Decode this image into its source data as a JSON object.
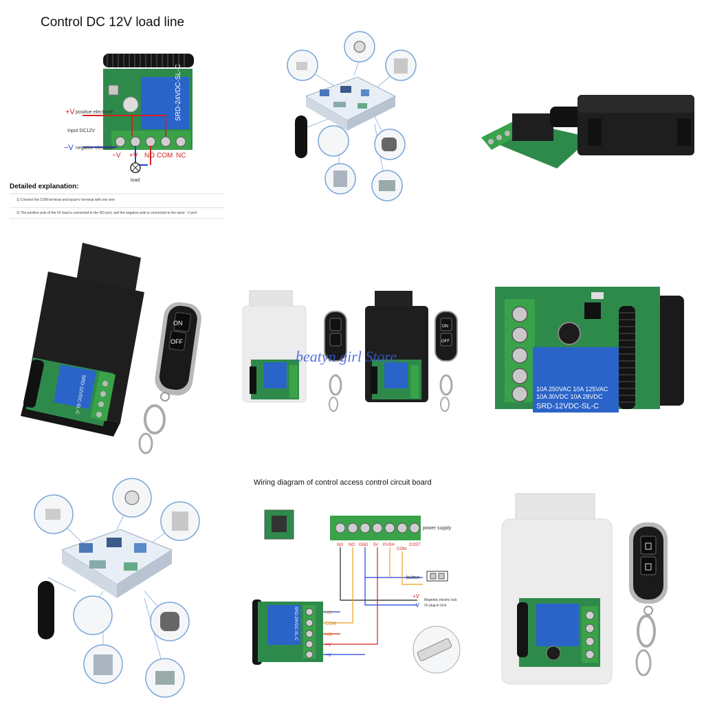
{
  "panel1": {
    "title": "Control DC 12V load line",
    "pos_label": "+V",
    "pos_text": "positive electrode",
    "input_text": "Input DC12V",
    "neg_label": "−V",
    "neg_text": "negative electrode",
    "terminals": [
      "−V",
      "+V",
      "NO",
      "COM",
      "NC"
    ],
    "load_label": "load",
    "explanation_heading": "Detailed explanation:",
    "step1": "1) Connect the COM terminal and input+V terminal with one wire",
    "step2": "2) The positive pole of the 5V load is connected to the NO port, and the negative pole is connected to the input - V port",
    "relay_text": "SRD-24VDC-SL-C"
  },
  "panel6": {
    "relay_line1": "10A 250VAC 10A 125VAC",
    "relay_line2": "10A  30VDC 10A 28VDC",
    "relay_model": "SRD-12VDC-SL-C"
  },
  "panel5": {
    "watermark": "beatyn girl Store",
    "on_label": "ON",
    "off_label": "OFF"
  },
  "panel4": {
    "on_label": "ON",
    "off_label": "OFF",
    "relay_text": "SRD-12VDC-SL-C"
  },
  "panel8": {
    "title": "Wiring diagram of control access control circuit board",
    "terminals": [
      "NO",
      "NO",
      "GND",
      "5V",
      "PUSH",
      "COM",
      "COST"
    ],
    "power_supply": "power supply",
    "button_label": "button",
    "plus_v": "+V",
    "minus_v": "−V",
    "lock_text1": "Magnetic electric lock",
    "lock_text2": "Or plug-in lock",
    "side_labels": [
      "NC",
      "COM",
      "NO",
      "+V",
      "−V"
    ],
    "relay_text": "SRD-24VDC-SL-C"
  },
  "colors": {
    "pcb_green": "#2e8a4a",
    "relay_blue": "#2a64c8",
    "terminal_green": "#3aa34a",
    "case_black": "#1e1e1e",
    "wire_red": "#d62020",
    "wire_blue": "#1f3fd0",
    "wire_orange": "#e8a020"
  }
}
